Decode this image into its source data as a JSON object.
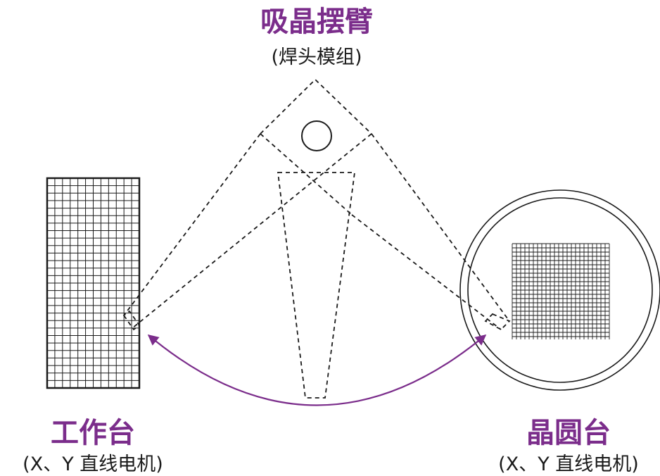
{
  "colors": {
    "accent": "#7b2d8b",
    "ink": "#1a1a1a"
  },
  "arm": {
    "title": "吸晶摆臂",
    "subtitle": "(焊头模组)"
  },
  "workbench": {
    "title": "工作台",
    "subtitle": "(X、Y 直线电机)"
  },
  "wafer_stage": {
    "title": "晶圆台",
    "subtitle": "(X、Y 直线电机)"
  }
}
